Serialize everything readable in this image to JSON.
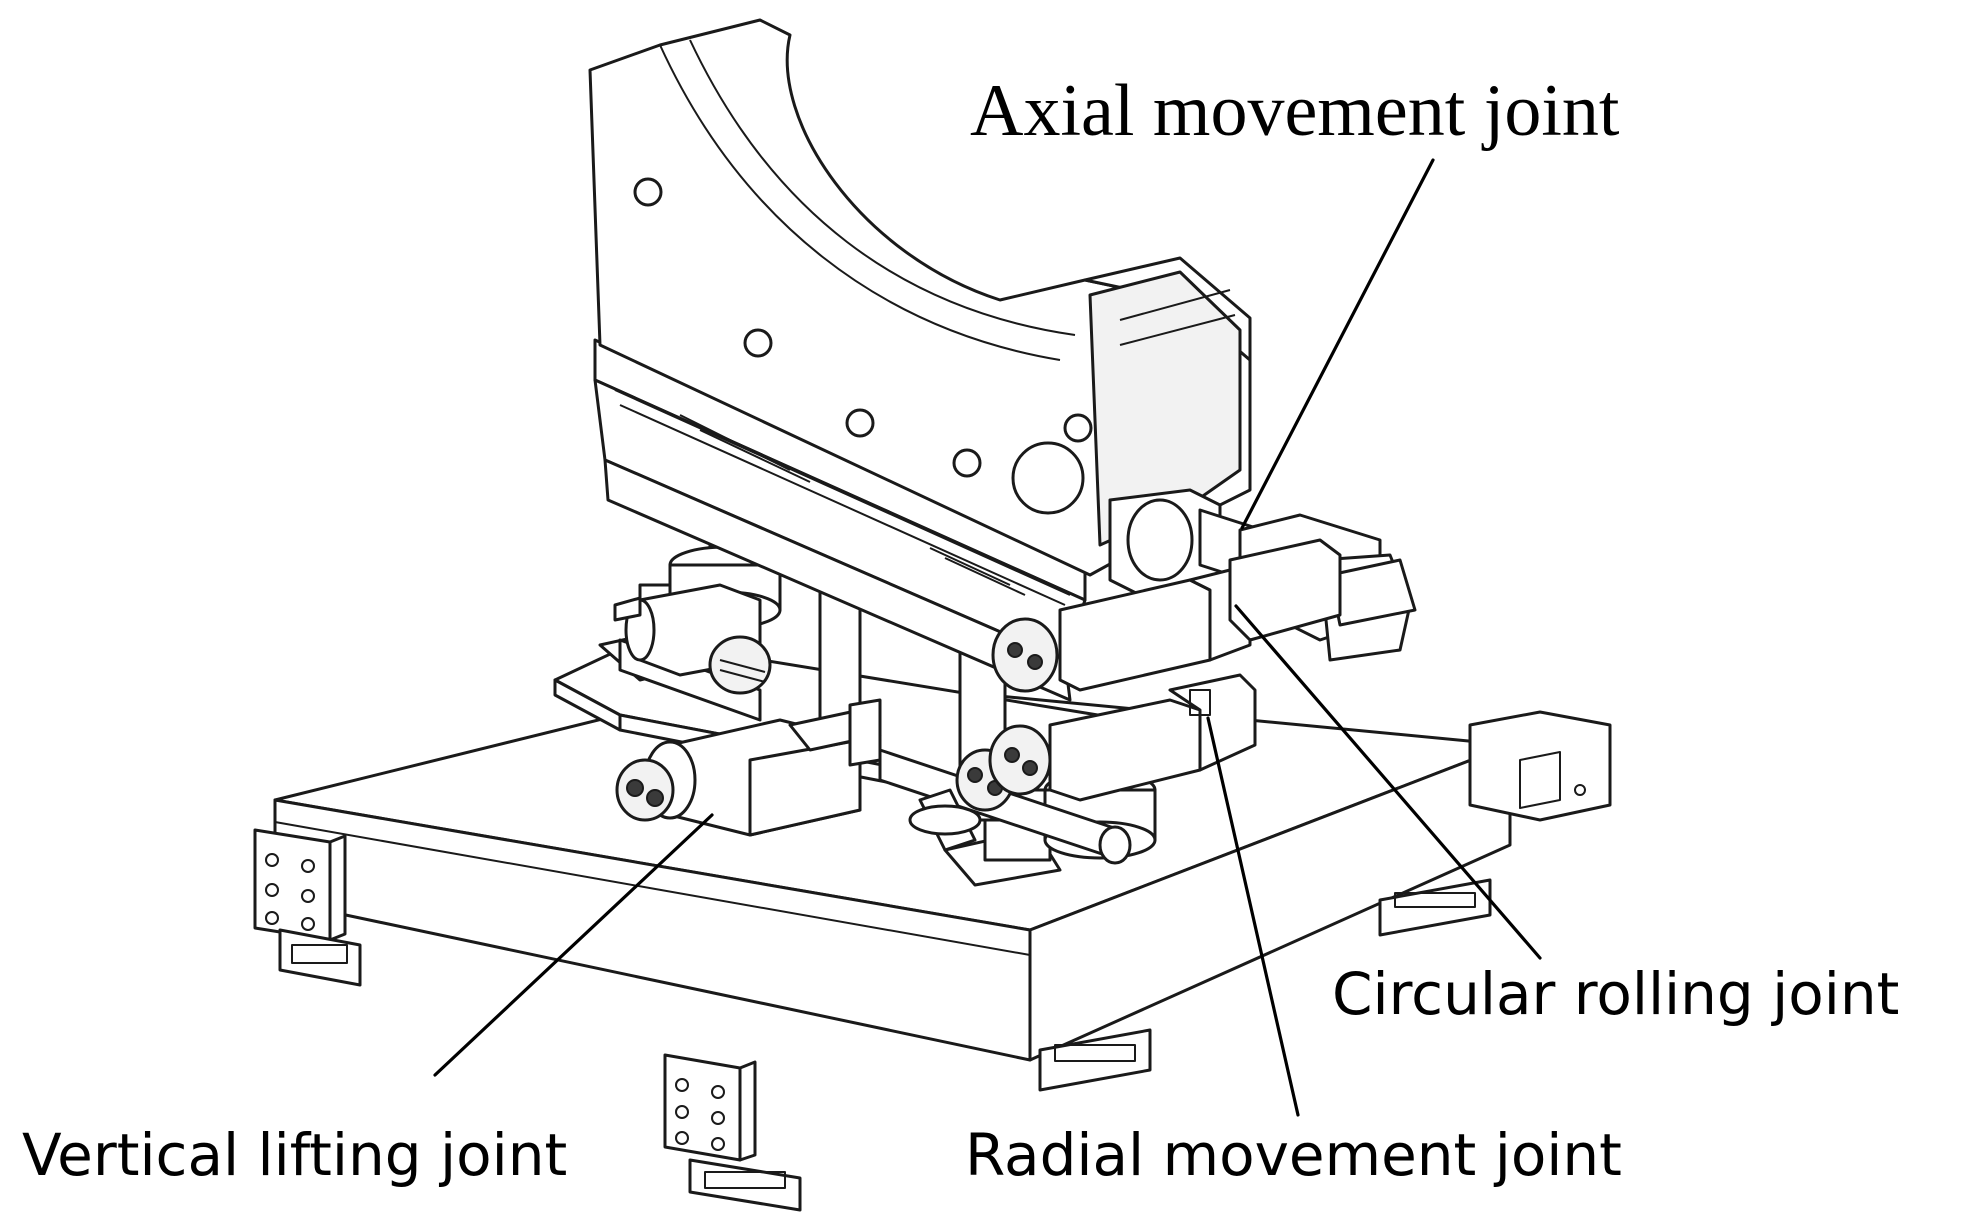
{
  "labels": {
    "axial": "Axial movement joint",
    "circular": "Circular rolling joint",
    "radial": "Radial movement joint",
    "vertical": "Vertical lifting joint"
  }
}
